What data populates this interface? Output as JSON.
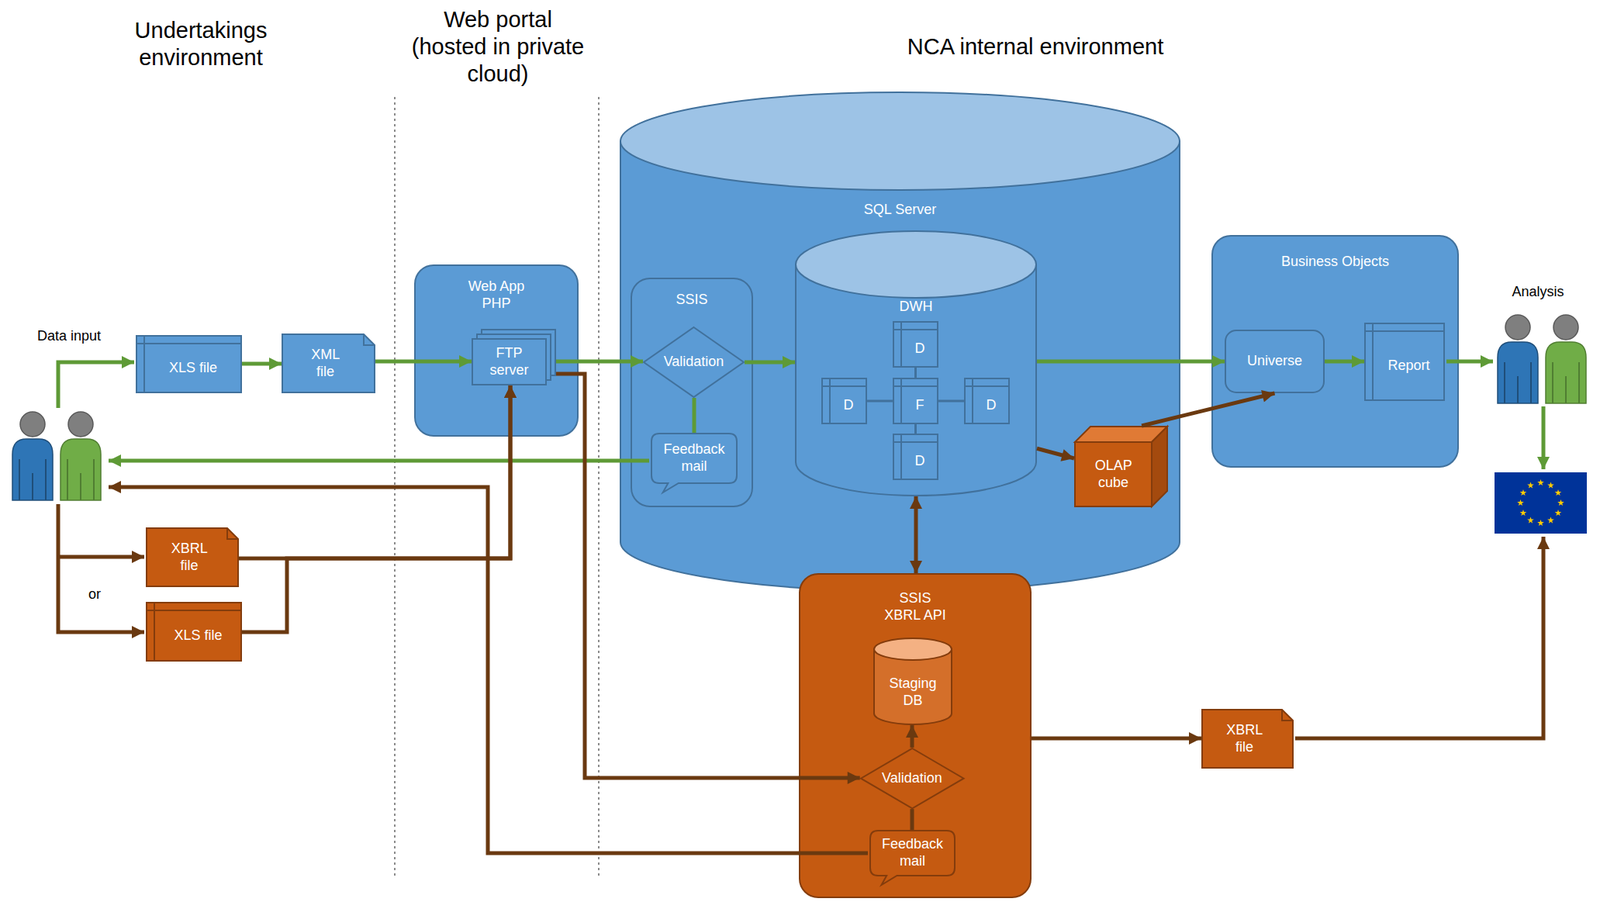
{
  "diagram": {
    "nodes": [
      {
        "text": [
          "XLS file"
        ]
      },
      {
        "text": [
          "XML file"
        ]
      },
      {
        "text": [
          "Web App PHP"
        ]
      },
      {
        "text": [
          "FTP server"
        ],
        "in": 2
      },
      {
        "text": [
          "SQL Server"
        ]
      },
      {
        "text": [
          "SSIS"
        ],
        "in": 4
      },
      {
        "text": [
          "Validation"
        ],
        "in": 5
      },
      {
        "text": [
          "Feedback mail"
        ],
        "in": 5
      },
      {
        "text": [
          "DWH"
        ],
        "in": 4
      },
      {
        "text": [
          "D"
        ],
        "in": 8
      },
      {
        "text": [
          "D"
        ],
        "in": 8
      },
      {
        "text": [
          "F"
        ],
        "in": 8
      },
      {
        "text": [
          "D"
        ],
        "in": 8
      },
      {
        "text": [
          "D"
        ],
        "in": 8
      },
      {
        "text": [
          "OLAP cube"
        ],
        "in": 4
      },
      {
        "text": [
          "Business Objects"
        ]
      },
      {
        "text": [
          "Universe"
        ],
        "in": 15
      },
      {
        "text": [
          "Report"
        ],
        "in": 15
      },
      {
        "text": [
          "XBRL file"
        ]
      },
      {
        "text": [
          "XLS file"
        ]
      },
      {
        "text": [
          "SSIS XBRL API"
        ]
      },
      {
        "text": [
          "Staging DB"
        ],
        "in": 20
      },
      {
        "text": [
          "Validation"
        ],
        "in": 20
      },
      {
        "text": [
          "Feedback mail"
        ],
        "in": 20
      },
      {
        "text": [
          "XBRL file"
        ]
      }
    ],
    "edges": [
      {
        "from": 0,
        "to": 1,
        "arrow": "to"
      },
      {
        "from": 1,
        "to": 3,
        "arrow": "to"
      },
      {
        "from": 3,
        "to": 6,
        "arrow": "to"
      },
      {
        "from": 6,
        "to": 8,
        "arrow": "to"
      },
      {
        "from": 6,
        "to": 7,
        "arrow": "none"
      },
      {
        "from": 8,
        "to": 16,
        "arrow": "to"
      },
      {
        "from": 16,
        "to": 17,
        "arrow": "to"
      },
      {
        "from": 8,
        "to": 14,
        "arrow": "to"
      },
      {
        "from": 14,
        "to": 16,
        "arrow": "to"
      },
      {
        "from": 8,
        "to": 20,
        "arrow": "both"
      },
      {
        "from": 18,
        "to": 3,
        "arrow": "to"
      },
      {
        "from": 19,
        "to": 3,
        "arrow": "to"
      },
      {
        "from": 3,
        "to": 22,
        "arrow": "to"
      },
      {
        "from": 22,
        "to": 21,
        "arrow": "to"
      },
      {
        "from": 22,
        "to": 23,
        "arrow": "none"
      },
      {
        "from": 20,
        "to": 24,
        "arrow": "to"
      },
      {
        "from": 11,
        "to": 9,
        "arrow": "none"
      },
      {
        "from": 11,
        "to": 10,
        "arrow": "none"
      },
      {
        "from": 11,
        "to": 12,
        "arrow": "none"
      },
      {
        "from": 11,
        "to": 13,
        "arrow": "none"
      }
    ],
    "labels": [
      "Undertakings environment",
      "Web portal (hosted in private cloud)",
      "NCA internal environment",
      "Data input",
      "or",
      "Analysis"
    ]
  }
}
